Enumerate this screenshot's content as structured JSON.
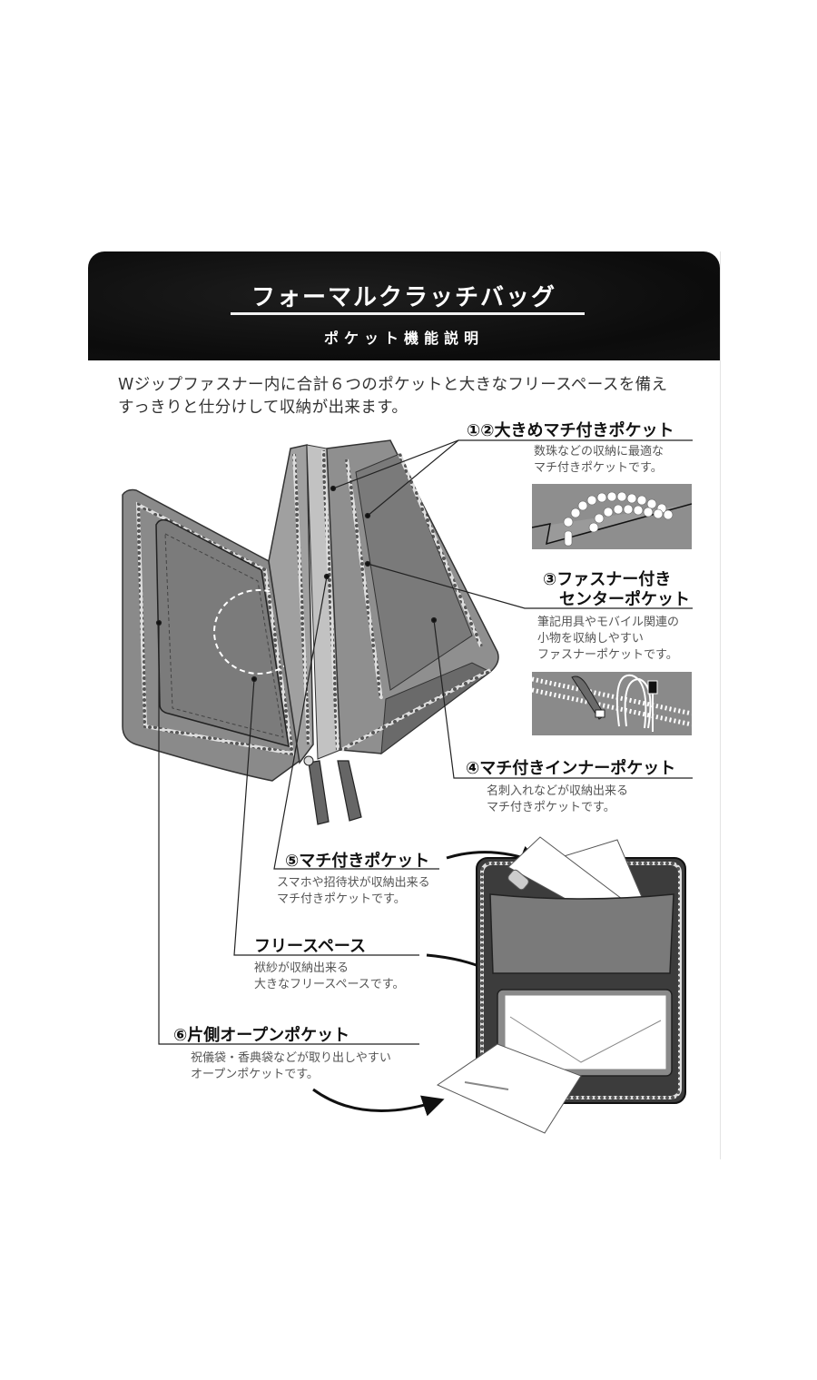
{
  "header": {
    "title": "フォーマルクラッチバッグ",
    "subtitle": "ポケット機能説明"
  },
  "intro": {
    "line1": "Wジップファスナー内に合計６つのポケットと大きなフリースペースを備え",
    "line2": "すっきりと仕分けして収納が出来ます。"
  },
  "callouts": [
    {
      "id": "1-2",
      "title": "①②大きめマチ付きポケット",
      "desc": [
        "数珠などの収納に最適な",
        "マチ付きポケットです。"
      ],
      "thumbnail": "prayer-beads-in-pocket"
    },
    {
      "id": "3",
      "title": [
        "③ファスナー付き",
        "センターポケット"
      ],
      "desc": [
        "筆記用具やモバイル関連の",
        "小物を収納しやすい",
        "ファスナーポケットです。"
      ],
      "thumbnail": "pen-and-cables-in-zip-pocket"
    },
    {
      "id": "4",
      "title": "④マチ付きインナーポケット",
      "desc": [
        "名刺入れなどが収納出来る",
        "マチ付きポケットです。"
      ]
    },
    {
      "id": "5",
      "title": "⑤マチ付きポケット",
      "desc": [
        "スマホや招待状が収納出来る",
        "マチ付きポケットです。"
      ]
    },
    {
      "id": "free",
      "title": "フリースペース",
      "desc": [
        "袱紗が収納出来る",
        "大きなフリースペースです。"
      ]
    },
    {
      "id": "6",
      "title": "⑥片側オープンポケット",
      "desc": [
        "祝儀袋・香典袋などが取り出しやすい",
        "オープンポケットです。"
      ]
    }
  ],
  "colors": {
    "header_bg": "#0f0f0f",
    "header_text": "#ffffff",
    "bag_gray": "#8a8a8a",
    "bag_dark": "#5a5a5a",
    "text": "#222222",
    "desc_text": "#555555"
  }
}
